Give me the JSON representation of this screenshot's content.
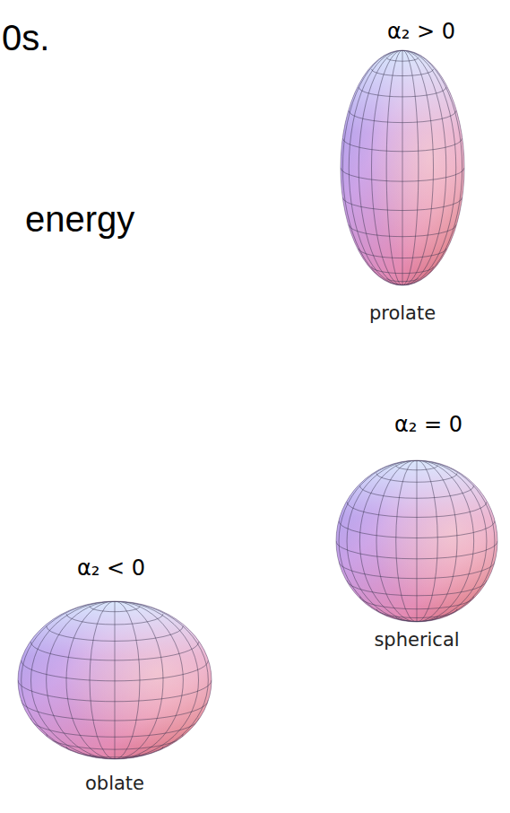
{
  "diagram": {
    "labels": [
      "0s.",
      "energy",
      "α₂ > 0",
      "prolate",
      "α₂ = 0",
      "spherical",
      "α₂ < 0",
      "oblate"
    ]
  }
}
